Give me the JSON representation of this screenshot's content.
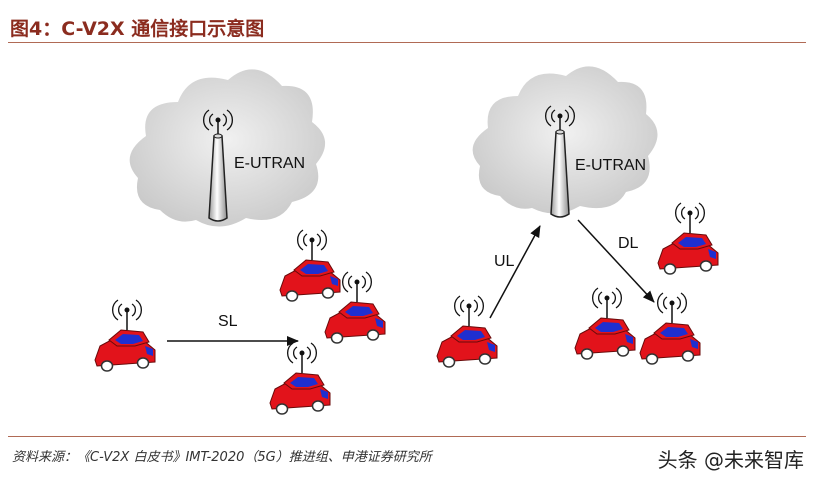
{
  "header": {
    "title": "图4：C-V2X 通信接口示意图"
  },
  "diagram": {
    "left": {
      "network_label": "E-UTRAN",
      "link_label": "SL"
    },
    "right": {
      "network_label": "E-UTRAN",
      "uplink_label": "UL",
      "downlink_label": "DL"
    }
  },
  "footer": {
    "source": "资料来源：《C-V2X 白皮书》IMT-2020（5G）推进组、申港证券研究所",
    "watermark": "头条 @未来智库"
  },
  "colors": {
    "car_body": "#e2131b",
    "car_window": "#1f2fd0",
    "title": "#8b2c1f",
    "cloud": "#d9d9d9"
  }
}
